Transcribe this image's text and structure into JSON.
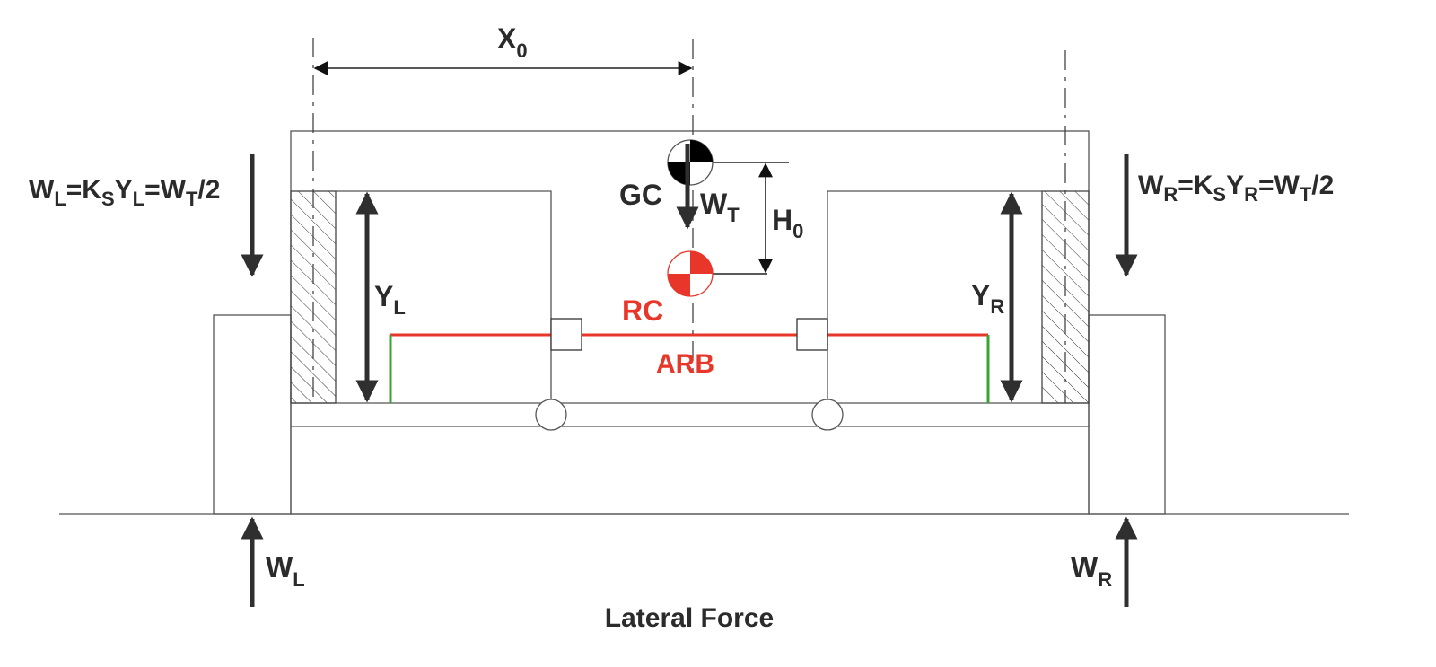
{
  "diagram": {
    "title": "Lateral Force",
    "labels": {
      "x0": {
        "main": "X",
        "sub": "0"
      },
      "gc": "GC",
      "wt": {
        "main": "W",
        "sub": "T"
      },
      "h0": {
        "main": "H",
        "sub": "0"
      },
      "rc": "RC",
      "arb": "ARB",
      "yl": {
        "main": "Y",
        "sub": "L"
      },
      "yr": {
        "main": "Y",
        "sub": "R"
      },
      "wl_bottom": {
        "main": "W",
        "sub": "L"
      },
      "wr_bottom": {
        "main": "W",
        "sub": "R"
      },
      "wl_eq": {
        "p1": "W",
        "s1": "L",
        "p2": "=K",
        "s2": "S",
        "p3": "Y",
        "s3": "L",
        "p4": "=W",
        "s4": "T",
        "p5": "/2"
      },
      "wr_eq": {
        "p1": "W",
        "s1": "R",
        "p2": "=K",
        "s2": "S",
        "p3": "Y",
        "s3": "R",
        "p4": "=W",
        "s4": "T",
        "p5": "/2"
      }
    },
    "colors": {
      "line": "#555555",
      "arrow": "#2f2f2f",
      "accent_red": "#e8362a",
      "accent_green": "#3aa335",
      "gc_fill": "#000000"
    }
  }
}
